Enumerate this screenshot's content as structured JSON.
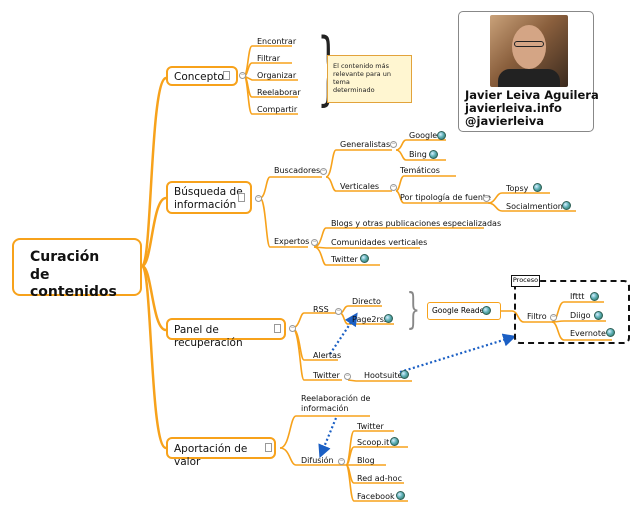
{
  "root": {
    "line1": "Curación",
    "line2": "de contenidos"
  },
  "profile": {
    "name": "Javier Leiva Aguilera",
    "site": "javierleiva.info",
    "handle": "@javierleiva"
  },
  "branches": {
    "concepto": "Concepto",
    "busqueda_l1": "Búsqueda de",
    "busqueda_l2": "información",
    "panel": "Panel de recuperación",
    "aportacion": "Aportación de valor"
  },
  "concepto_items": [
    "Encontrar",
    "Filtrar",
    "Organizar",
    "Reelaborar",
    "Compartir"
  ],
  "concepto_note": [
    "El contenido más",
    "relevante para un tema",
    "determinado"
  ],
  "busqueda": {
    "buscadores": "Buscadores",
    "generalistas": "Generalistas",
    "google": "Google",
    "bing": "Bing",
    "verticales": "Verticales",
    "tematicos": "Temáticos",
    "tipologia": "Por tipología de fuente",
    "topsy": "Topsy",
    "socialmention": "Socialmention",
    "expertos": "Expertos",
    "blogs": "Blogs y otras publicaciones especializadas",
    "comunidades": "Comunidades verticales",
    "twitter": "Twitter"
  },
  "panel": {
    "rss": "RSS",
    "directo": "Directo",
    "page2rss": "Page2rss",
    "alertas": "Alertas",
    "twitter": "Twitter",
    "hootsuite": "Hootsuite",
    "greader": "Google Reader",
    "proceso": "Proceso",
    "filtro": "Filtro",
    "ifttt": "Ifttt",
    "diigo": "Diigo",
    "evernote": "Evernote"
  },
  "aportacion": {
    "reelab_l1": "Reelaboración de",
    "reelab_l2": "información",
    "difusion": "Difusión",
    "twitter": "Twitter",
    "scoopit": "Scoop.it",
    "blog": "Blog",
    "redadhoc": "Red ad-hoc",
    "facebook": "Facebook"
  },
  "colors": {
    "branch": "#f7a21b",
    "arrow": "#1b5fc4",
    "note_bg": "#fff6d1"
  }
}
